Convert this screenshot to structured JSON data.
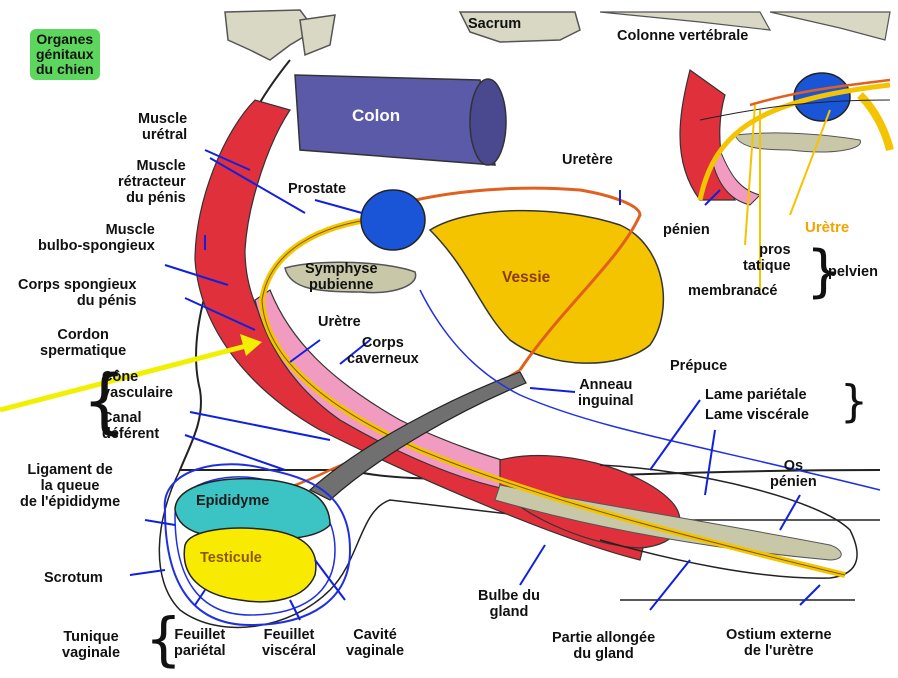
{
  "title": "Organes\ngénitaux\ndu chien",
  "colors": {
    "muscle": "#e0303c",
    "penis_pink": "#f29bc0",
    "urethra": "#f5c400",
    "bladder": "#f5c400",
    "prostate": "#1a55d8",
    "colon": "#5b5aa8",
    "epididymis": "#3cc4c4",
    "testicle": "#f8ea00",
    "bone": "#c8c8a8",
    "arrow_blue": "#1020e0",
    "pointer_yellow": "#f0f000",
    "title_green": "#5cd65c"
  },
  "labels": {
    "sacrum": "Sacrum",
    "colonne": "Colonne vertébrale",
    "colon": "Colon",
    "muscle_uretral": "Muscle\nurétral",
    "muscle_retracteur": "Muscle\nrétracteur\ndu pénis",
    "prostate": "Prostate",
    "uretere": "Uretère",
    "muscle_bulbo": "Muscle\nbulbo-spongieux",
    "symphyse": "Symphyse\npubienne",
    "vessie": "Vessie",
    "corps_spongieux": "Corps spongieux\ndu pénis",
    "uretre_inner": "Urètre",
    "cordon": "Cordon\nspermatique",
    "corps_caverneux": "Corps\ncaverneux",
    "cone": "Cône\nvasculaire",
    "canal": "Canal\ndéférent",
    "anneau": "Anneau\ninguinal",
    "prepuce": "Prépuce",
    "lame_parietale": "Lame pariétale",
    "lame_viscerale": "Lame viscérale",
    "ligament": "Ligament de\nla queue\nde l'épididyme",
    "epididyme": "Epididyme",
    "testicule": "Testicule",
    "os_penien": "Os\npénien",
    "scrotum": "Scrotum",
    "bulbe": "Bulbe du\ngland",
    "tunique": "Tunique\nvaginale",
    "feuillet_parietal": "Feuillet\npariétal",
    "feuillet_visceral": "Feuillet\nviscéral",
    "cavite": "Cavité\nvaginale",
    "partie_allongee": "Partie allongée\ndu gland",
    "ostium": "Ostium externe\nde l'urètre",
    "penien": "pénien",
    "uretre_inset": "Urètre",
    "prostatique": "pros\ntatique",
    "membranace": "membranacé",
    "pelvien": "pelvien"
  }
}
